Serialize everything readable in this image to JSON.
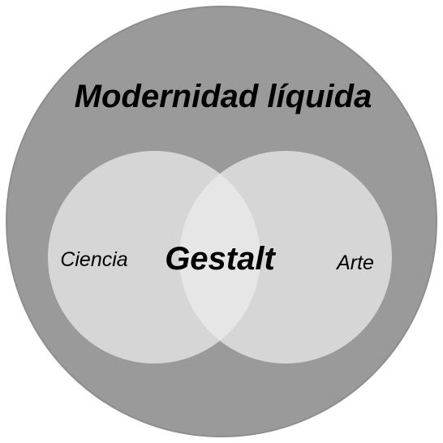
{
  "diagram": {
    "outer_label": "Modernidad líquida",
    "left_label": "Ciencia",
    "right_label": "Arte",
    "overlap_label": "Gestalt"
  },
  "colors": {
    "background": "#ffffff",
    "outer_fill": "#9a9a9a",
    "outer_stroke": "#8e8e8e",
    "inner_fill": "#d6d6d6",
    "overlap_fill": "#e6e6e6"
  }
}
